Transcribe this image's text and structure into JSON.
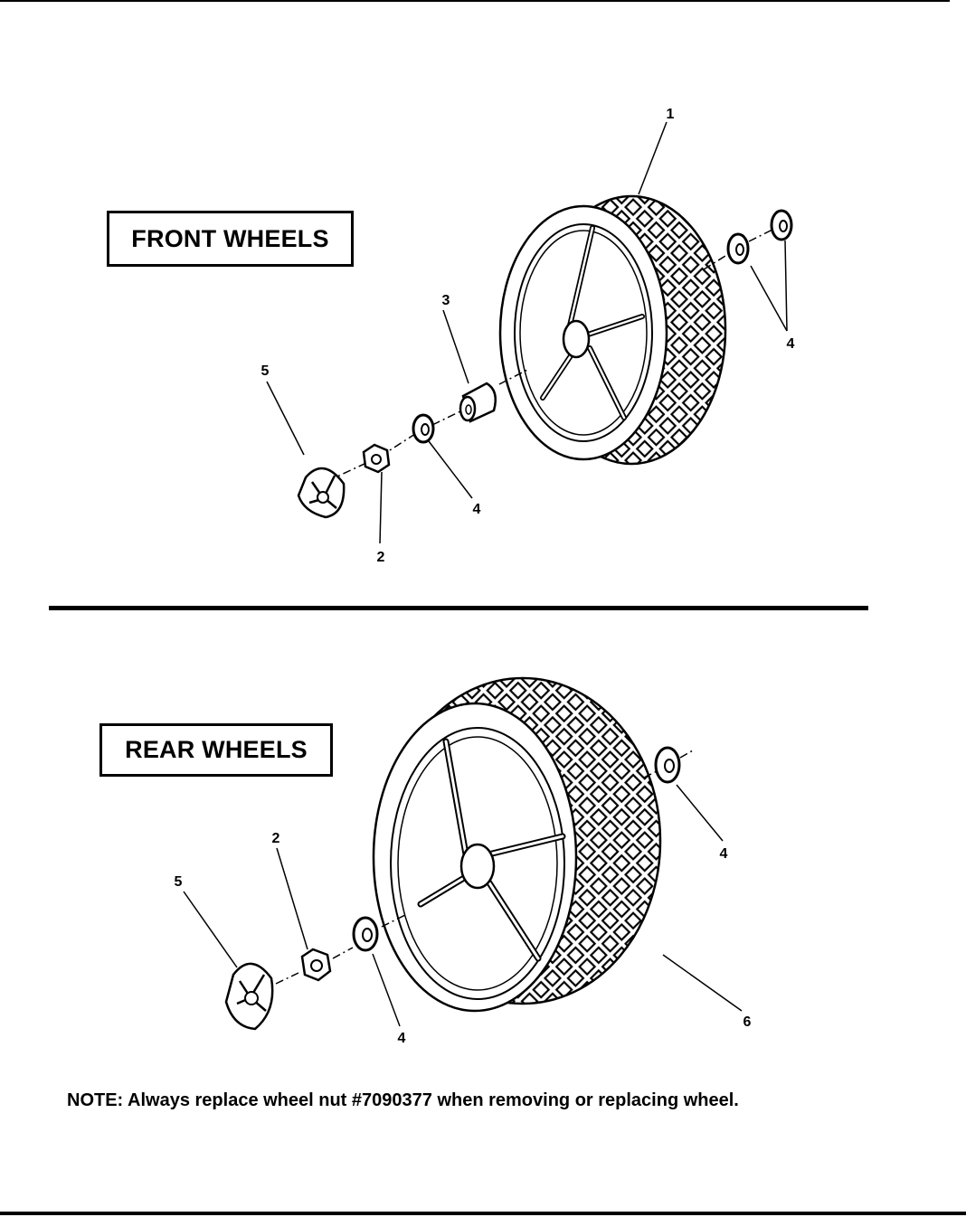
{
  "front": {
    "title": "FRONT WHEELS",
    "callouts": {
      "wheel": "1",
      "nut": "2",
      "bushing": "3",
      "washer_left": "4",
      "washer_right": "4",
      "hub_cap": "5"
    }
  },
  "rear": {
    "title": "REAR WHEELS",
    "callouts": {
      "nut": "2",
      "washer_left": "4",
      "washer_right": "4",
      "hub_cap": "5",
      "wheel": "6"
    }
  },
  "note": "NOTE: Always replace wheel nut #7090377 when removing or replacing wheel."
}
